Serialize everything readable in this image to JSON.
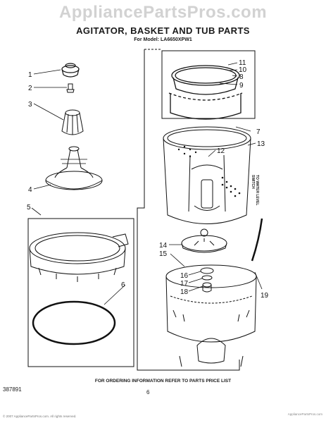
{
  "watermark": "AppliancePartsPros.com",
  "title": "AGITATOR, BASKET AND TUB PARTS",
  "model_line": "For Model: LA6650XPW1",
  "callouts": [
    "1",
    "2",
    "3",
    "4",
    "5",
    "6",
    "7",
    "8",
    "9",
    "10",
    "11",
    "12",
    "13",
    "14",
    "15",
    "16",
    "17",
    "18",
    "19"
  ],
  "side_label": [
    "TO WATER LEVEL",
    "SWITCH"
  ],
  "footer": {
    "order_note": "FOR ORDERING INFORMATION REFER TO PARTS PRICE LIST",
    "page_number": "6",
    "doc_number": "387891",
    "copyright_lines": [
      "© 2007 AppliancePartsPros.com. All rights reserved.",
      "AppliancePartsPros.com"
    ]
  }
}
